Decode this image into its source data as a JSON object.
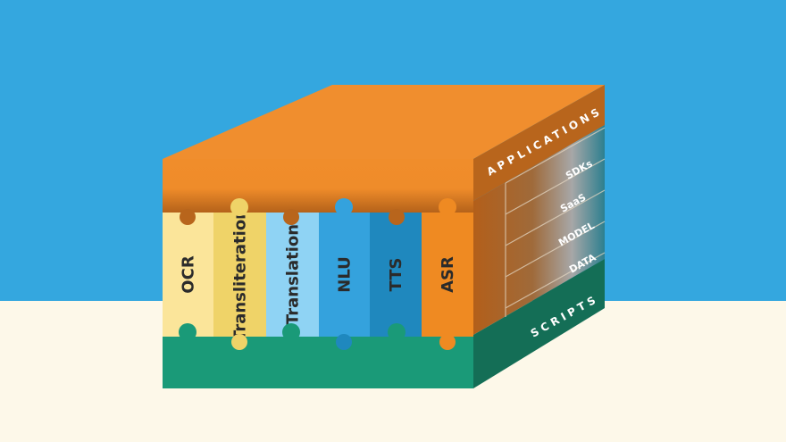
{
  "background": {
    "sky": "#34a7df",
    "floor": "#fdf8e9"
  },
  "front_pieces": [
    {
      "label": "OCR",
      "color": "#fbe59a"
    },
    {
      "label": "Transliteration",
      "color": "#efd368"
    },
    {
      "label": "Translation",
      "color": "#8fd3f4"
    },
    {
      "label": "NLU",
      "color": "#34a2dd"
    },
    {
      "label": "TTS",
      "color": "#1f88be"
    },
    {
      "label": "ASR",
      "color": "#ef8a22"
    }
  ],
  "top_layer": {
    "color": "#ef8c2a"
  },
  "bottom_layer": {
    "color": "#1a9a78"
  },
  "side_labels": {
    "applications": "APPLICATIONS",
    "sdks": "SDKs",
    "saas": "SaaS",
    "model": "MODEL",
    "data": "DATA",
    "scripts": "SCRIPTS"
  }
}
